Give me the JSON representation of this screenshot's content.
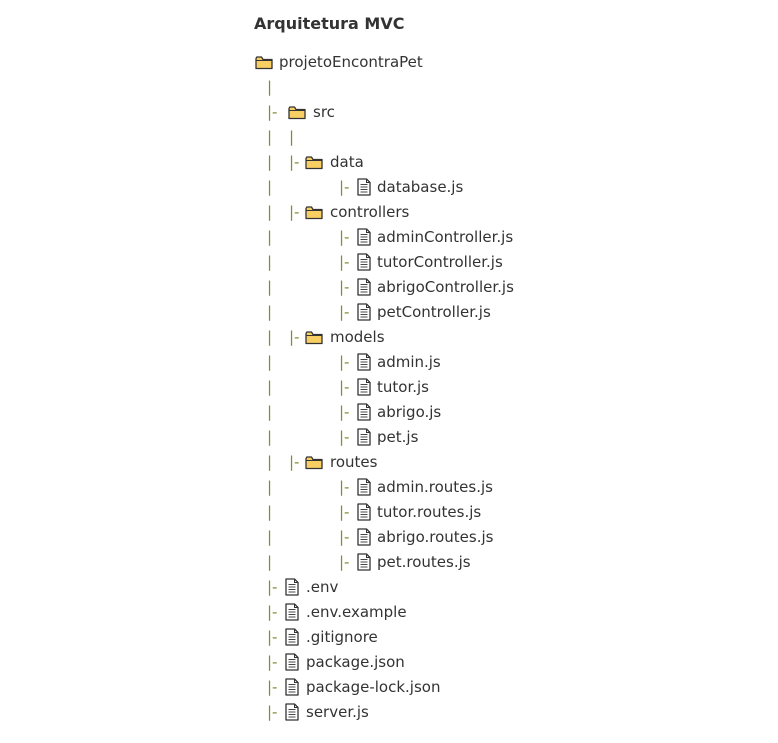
{
  "title": "Arquitetura MVC",
  "tree": {
    "root": "projetoEncontraPet",
    "src": "src",
    "data_folder": "data",
    "data_files": [
      "database.js"
    ],
    "controllers_folder": "controllers",
    "controllers_files": [
      "adminController.js",
      "tutorController.js",
      "abrigoController.js",
      "petController.js"
    ],
    "models_folder": "models",
    "models_files": [
      "admin.js",
      "tutor.js",
      "abrigo.js",
      "pet.js"
    ],
    "routes_folder": "routes",
    "routes_files": [
      "admin.routes.js",
      "tutor.routes.js",
      "abrigo.routes.js",
      "pet.routes.js"
    ],
    "root_files": [
      ".env",
      ".env.example",
      ".gitignore",
      "package.json",
      "package-lock.json",
      "server.js"
    ]
  },
  "glyphs": {
    "pipe": "|",
    "branch": "|-"
  },
  "icons": {
    "folder": "folder-icon",
    "file": "file-icon"
  },
  "colors": {
    "tree_lines": "#7d8e2f",
    "folder_fill": "#f7cf63",
    "folder_stroke": "#333333",
    "text": "#333333"
  }
}
